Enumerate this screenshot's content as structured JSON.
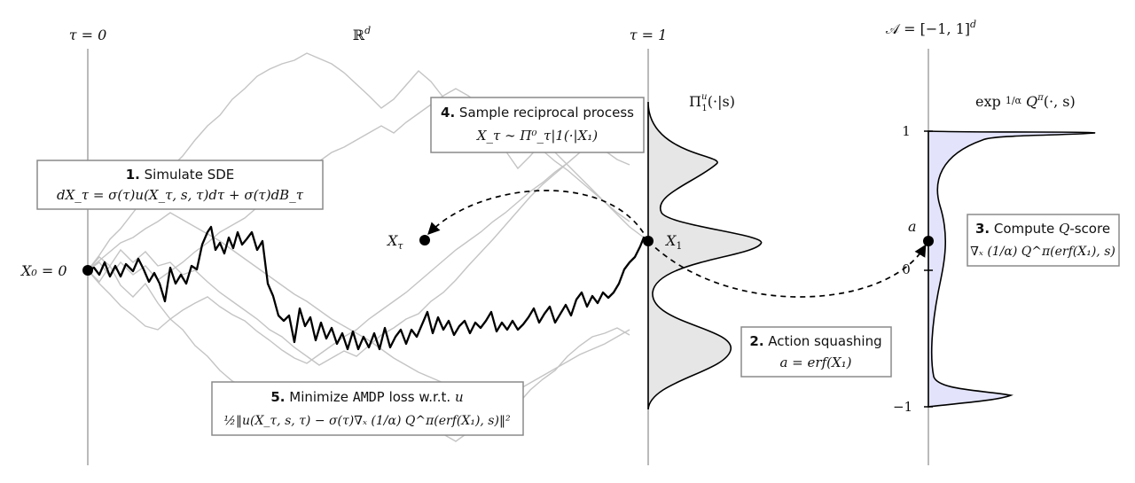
{
  "axes": {
    "tau0": "τ = 0",
    "rd": "ℝ",
    "rd_sup": "d",
    "tau1": "τ = 1",
    "action_space": "𝒜 = [−1, 1]",
    "action_space_sup": "d"
  },
  "labels": {
    "x0": "X₀ = 0",
    "x_tau": "X",
    "x_tau_sub": "τ",
    "x1": "X",
    "x1_sub": "1",
    "a": "a",
    "pi_label": "Π",
    "pi_sup": "u",
    "pi_sub": "1",
    "pi_arg": "(·|s)",
    "q_label": "exp ",
    "q_frac": "1/α",
    "q_rest": " Q",
    "q_sup": "π",
    "q_arg": "(·, s)",
    "tick_1": "1",
    "tick_0": "0",
    "tick_m1": "−1"
  },
  "steps": {
    "s1_num": "1.",
    "s1_title": " Simulate SDE",
    "s1_eq": "dX_τ = σ(τ)u(X_τ, s, τ)dτ + σ(τ)dB_τ",
    "s2_num": "2.",
    "s2_title": " Action squashing",
    "s2_eq": "a = erf(X₁)",
    "s3_num": "3.",
    "s3_title_a": " Compute ",
    "s3_title_q": "Q",
    "s3_title_b": "-score",
    "s3_eq": "∇ₓ (1/α) Q^π(erf(X₁), s)",
    "s4_num": "4.",
    "s4_title": " Sample reciprocal process",
    "s4_eq": "X_τ ∼ Π⁰_τ|1(·|X₁)",
    "s5_num": "5.",
    "s5_title_a": " Minimize ",
    "s5_title_mono": "AMDP",
    "s5_title_b": " loss w.r.t. ",
    "s5_title_u": "u",
    "s5_eq": "½‖u(X_τ, s, τ) − σ(τ)∇ₓ (1/α) Q^π(erf(X₁), s)‖²"
  },
  "colors": {
    "grid": "#a9a9a9",
    "path_gray": "#c4c4c4",
    "path_main": "#000000",
    "density_fill": "#e6e6e6",
    "q_fill": "#e3e4fb"
  }
}
